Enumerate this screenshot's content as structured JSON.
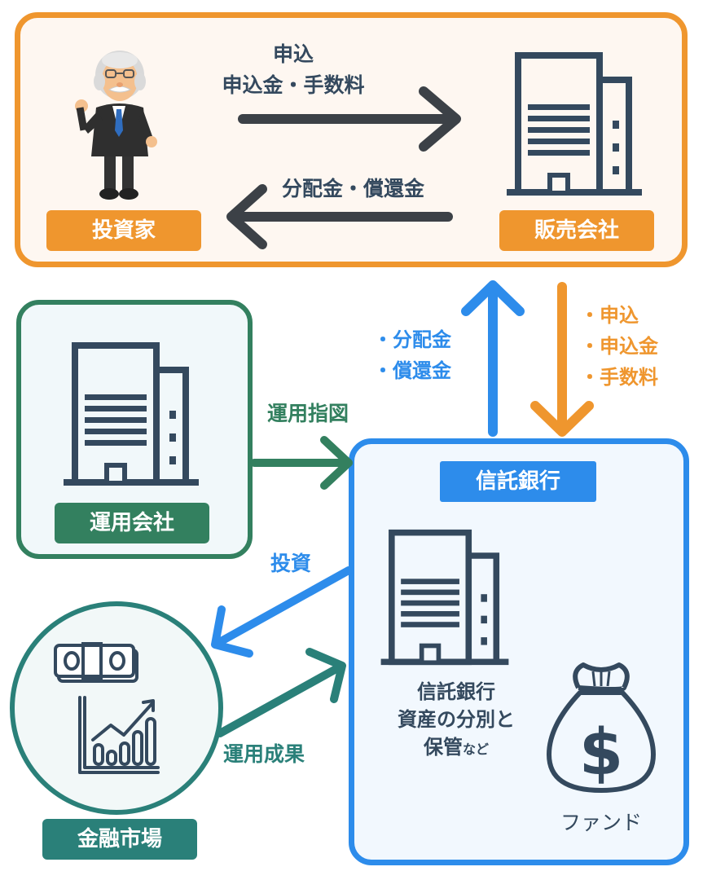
{
  "colors": {
    "orange": "#EF962E",
    "orange_bg": "#FEF7F1",
    "green": "#33805F",
    "green_bg": "#F1F8FA",
    "blue": "#2D8CEB",
    "blue_bg": "#F2F8FE",
    "teal": "#2A8079",
    "dark": "#34495E"
  },
  "nodes": {
    "investor": "投資家",
    "seller": "販売会社",
    "manager": "運用会社",
    "trust_bank": "信託銀行",
    "market": "金融市場"
  },
  "arrows": {
    "top_right_line1": "申込",
    "top_right_line2": "申込金・手数料",
    "top_left": "分配金・償還金",
    "up_line1": "・分配金",
    "up_line2": "・償還金",
    "down_line1": "・申込",
    "down_line2": "・申込金",
    "down_line3": "・手数料",
    "instruction": "運用指図",
    "invest": "投資",
    "result": "運用成果"
  },
  "trust_desc": {
    "line1": "信託銀行",
    "line2": "資産の分別と",
    "line3_main": "保管",
    "line3_small": "など"
  },
  "fund_label": "ファンド",
  "icons": {
    "investor": "businessman-icon",
    "building": "office-building-icon",
    "fund": "money-bag-icon",
    "cash": "cash-stack-icon",
    "chart": "growth-chart-icon"
  }
}
